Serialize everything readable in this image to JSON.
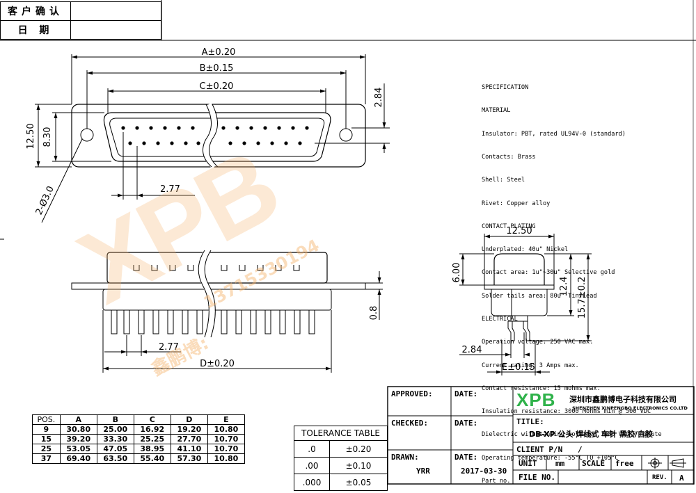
{
  "customer_confirm": {
    "label": "客户确认",
    "value": ""
  },
  "date_row": {
    "label": "日 期",
    "value": ""
  },
  "specification": {
    "lines": [
      "SPECIFICATION",
      "MATERIAL",
      "Insulator: PBT, rated UL94V-0 (standard)",
      "Contacts: Brass",
      "Shell: Steel",
      "Rivet: Copper alloy",
      "CONTACT PLATING",
      "Underplated: 40u\" Nickel",
      "Contact area: 1u\"~30u\" Selective gold",
      "Solder tails area: 80u\" Tin/Lead",
      "ELECTRICAL",
      "Operation voltage: 250 VAC max.",
      "Current rating: 3 Amps max.",
      "Contact resistance: 15 mohms max.",
      "Insulation resistance: 3000 Mohms min @ 500 VDC",
      "Dielectric withstanding voltage: 1000 VAC / minute",
      "Operating temperature: -55°C TO +105°C",
      "Part no."
    ]
  },
  "dimensions": {
    "front": {
      "a": "A±0.20",
      "b": "B±0.15",
      "c": "C±0.20",
      "h1": "12.50",
      "h2": "8.30",
      "top": "2.84",
      "pitch": "2.77",
      "holes": "2-Ø3.0"
    },
    "side": {
      "pitch": "2.77",
      "d": "D±0.20",
      "thick": "0.8"
    },
    "profile": {
      "w": "12.50",
      "h": "6.00",
      "h2": "12.4",
      "h3": "15.7±0.2",
      "tail": "2.84",
      "e": "E±0.15"
    }
  },
  "positions_table": {
    "headers": [
      "POS.",
      "A",
      "B",
      "C",
      "D",
      "E"
    ],
    "rows": [
      [
        "9",
        "30.80",
        "25.00",
        "16.92",
        "19.20",
        "10.80"
      ],
      [
        "15",
        "39.20",
        "33.30",
        "25.25",
        "27.70",
        "10.70"
      ],
      [
        "25",
        "53.05",
        "47.05",
        "38.95",
        "41.10",
        "10.70"
      ],
      [
        "37",
        "69.40",
        "63.50",
        "55.40",
        "57.30",
        "10.80"
      ]
    ]
  },
  "tolerance_table": {
    "title": "TOLERANCE TABLE",
    "rows": [
      [
        ".0",
        "±0.20"
      ],
      [
        ".00",
        "±0.10"
      ],
      [
        ".000",
        "±0.05"
      ]
    ]
  },
  "title_block": {
    "approved": "APPROVED:",
    "checked": "CHECKED:",
    "drawn": "DRAWN:",
    "drawn_by": "YRR",
    "date": "DATE:",
    "date_value": "2017-03-30",
    "logo": "XPB",
    "company_cn": "深圳市鑫鹏博电子科技有限公司",
    "company_en": "SHENZHEN XINPENGBO ELECTRONICS CO.LTD",
    "title_label": "TITLE:",
    "title_value": "DB-XP 公头 焊线式 车针 黑胶/白胶",
    "client_pn": "CLIENT P/N",
    "client_pn_value": "/",
    "unit": "UNIT",
    "unit_value": "mm",
    "scale": "SCALE",
    "scale_value": "free",
    "file_no": "FILE NO.",
    "rev": "REV.",
    "rev_value": "A"
  },
  "watermark": {
    "logo": "XPB",
    "text1": "13715330194",
    "text2": "鑫鹏博:"
  },
  "colors": {
    "watermark": "#f6b26b",
    "logo_green": "#2fb24a",
    "line": "#000000"
  }
}
